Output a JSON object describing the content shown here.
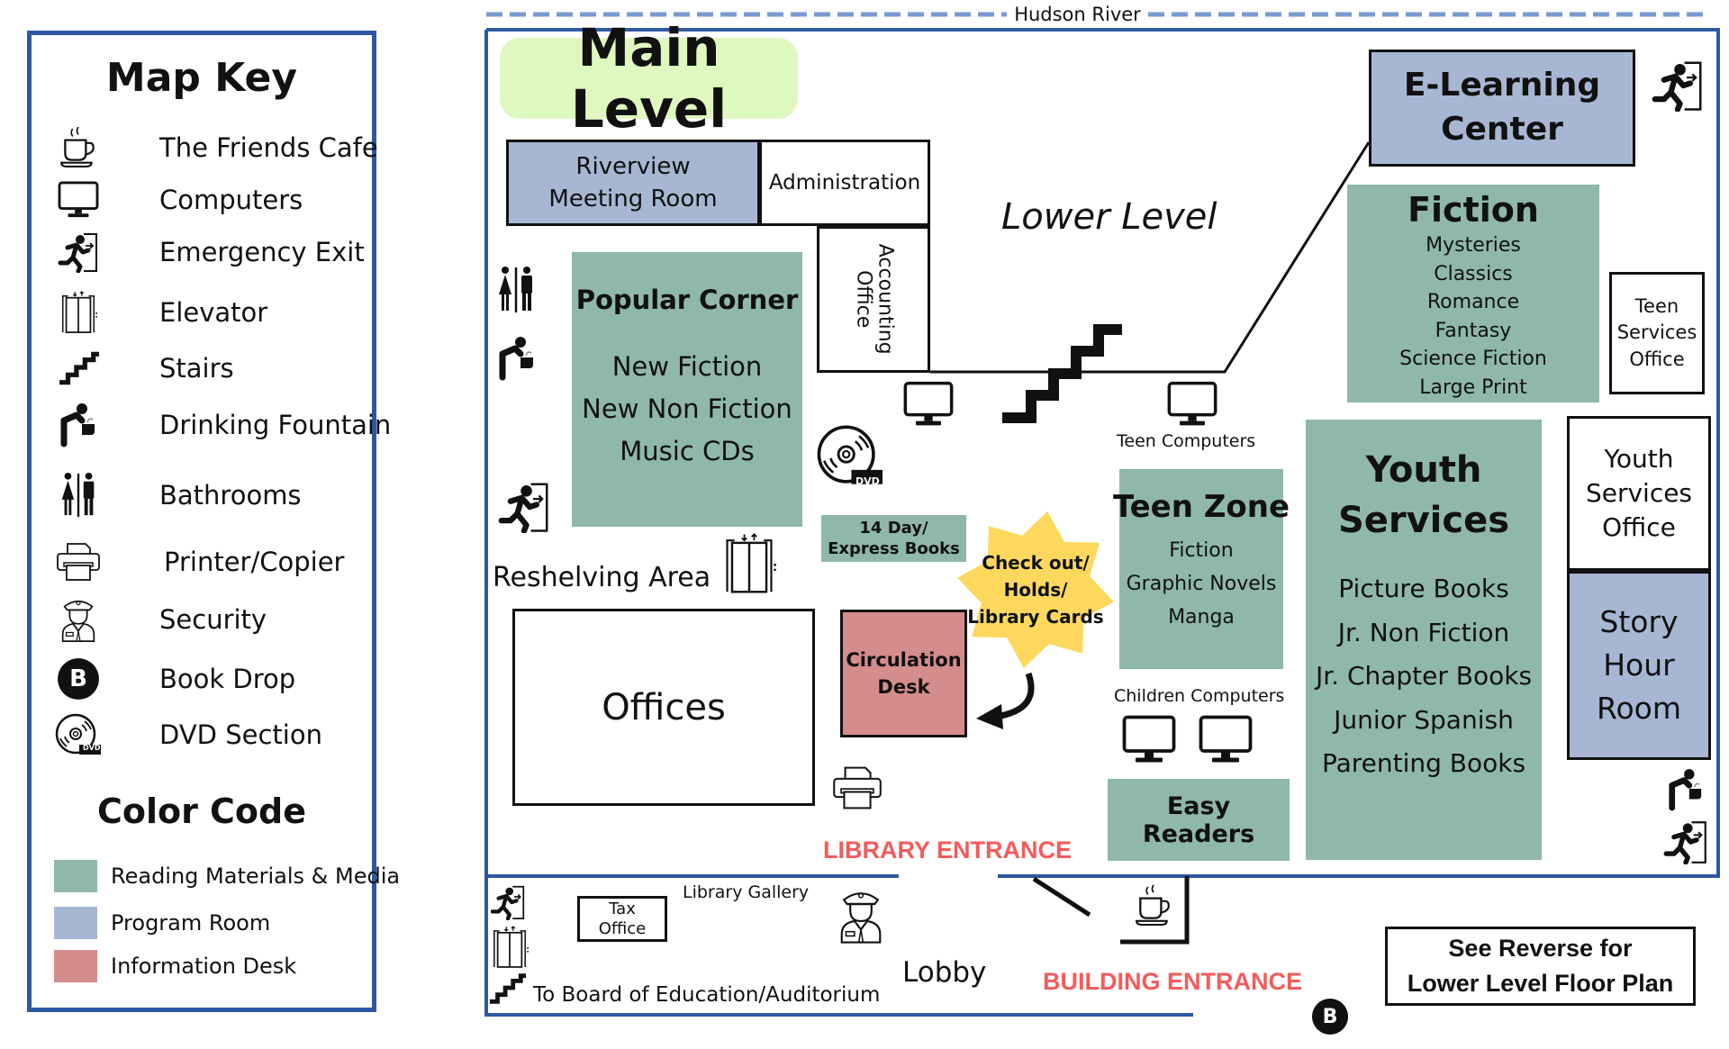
{
  "legend": {
    "title": "Map Key",
    "items": [
      {
        "icon": "coffee-cup-icon",
        "label": "The Friends Cafe"
      },
      {
        "icon": "computer-monitor-icon",
        "label": "Computers"
      },
      {
        "icon": "emergency-exit-icon",
        "label": "Emergency Exit"
      },
      {
        "icon": "elevator-icon",
        "label": "Elevator"
      },
      {
        "icon": "stairs-icon",
        "label": "Stairs"
      },
      {
        "icon": "drinking-fountain-icon",
        "label": "Drinking Fountain"
      },
      {
        "icon": "bathrooms-icon",
        "label": "Bathrooms"
      },
      {
        "icon": "printer-icon",
        "label": "Printer/Copier"
      },
      {
        "icon": "security-guard-icon",
        "label": "Security"
      },
      {
        "icon": "book-drop-icon",
        "label": "Book Drop",
        "glyph": "B"
      },
      {
        "icon": "dvd-icon",
        "label": "DVD Section",
        "glyph": "DVD"
      }
    ],
    "color_code_title": "Color Code",
    "color_codes": [
      {
        "label": "Reading Materials & Media",
        "color": "#8fb8aa"
      },
      {
        "label": "Program Room",
        "color": "#a7b7d3"
      },
      {
        "label": "Information Desk",
        "color": "#d58c8c"
      }
    ]
  },
  "map": {
    "river_label": "Hudson River",
    "level_title": "Main Level",
    "lower_level_label": "Lower Level",
    "rooms": {
      "riverview": "Riverview\nMeeting Room",
      "administration": "Administration",
      "accounting": "Accounting\nOffice",
      "elearning": "E-Learning\nCenter",
      "teen_services_office": "Teen\nServices\nOffice",
      "youth_services_office": "Youth\nServices\nOffice",
      "story_hour": "Story\nHour\nRoom",
      "offices": "Offices",
      "circulation": "Circulation\nDesk",
      "express": "14 Day/\nExpress Books",
      "checkout": "Check out/\nHolds/\nLibrary Cards",
      "tax_office": "Tax\nOffice",
      "see_reverse": "See Reverse for\nLower Level Floor Plan"
    },
    "popular_corner": {
      "title": "Popular Corner",
      "items": [
        "New Fiction",
        "New Non Fiction",
        "Music CDs"
      ]
    },
    "fiction": {
      "title": "Fiction",
      "items": [
        "Mysteries",
        "Classics",
        "Romance",
        "Fantasy",
        "Science Fiction",
        "Large Print"
      ]
    },
    "teen_zone": {
      "title": "Teen Zone",
      "items": [
        "Fiction",
        "Graphic Novels",
        "Manga"
      ]
    },
    "youth_services": {
      "title": "Youth\nServices",
      "items": [
        "Picture Books",
        "Jr. Non Fiction",
        "Jr. Chapter Books",
        "Junior Spanish",
        "Parenting Books"
      ]
    },
    "easy_readers": "Easy Readers",
    "labels": {
      "teen_computers": "Teen Computers",
      "children_computers": "Children Computers",
      "reshelving": "Reshelving Area",
      "library_entrance": "LIBRARY ENTRANCE",
      "building_entrance": "BUILDING ENTRANCE",
      "library_gallery": "Library Gallery",
      "lobby": "Lobby",
      "board_of_ed": "To Board of Education/Auditorium",
      "book_drop_glyph": "B",
      "dvd_glyph": "DVD"
    },
    "colors": {
      "reading": "#8fb8aa",
      "program": "#a7b7d3",
      "info": "#d58c8c",
      "highlight_star": "#fdd85d",
      "title_bg": "#dff8c0",
      "frame": "#2e58a3",
      "river": "#7a9ad0",
      "entrance_text": "#f45b5b"
    }
  }
}
